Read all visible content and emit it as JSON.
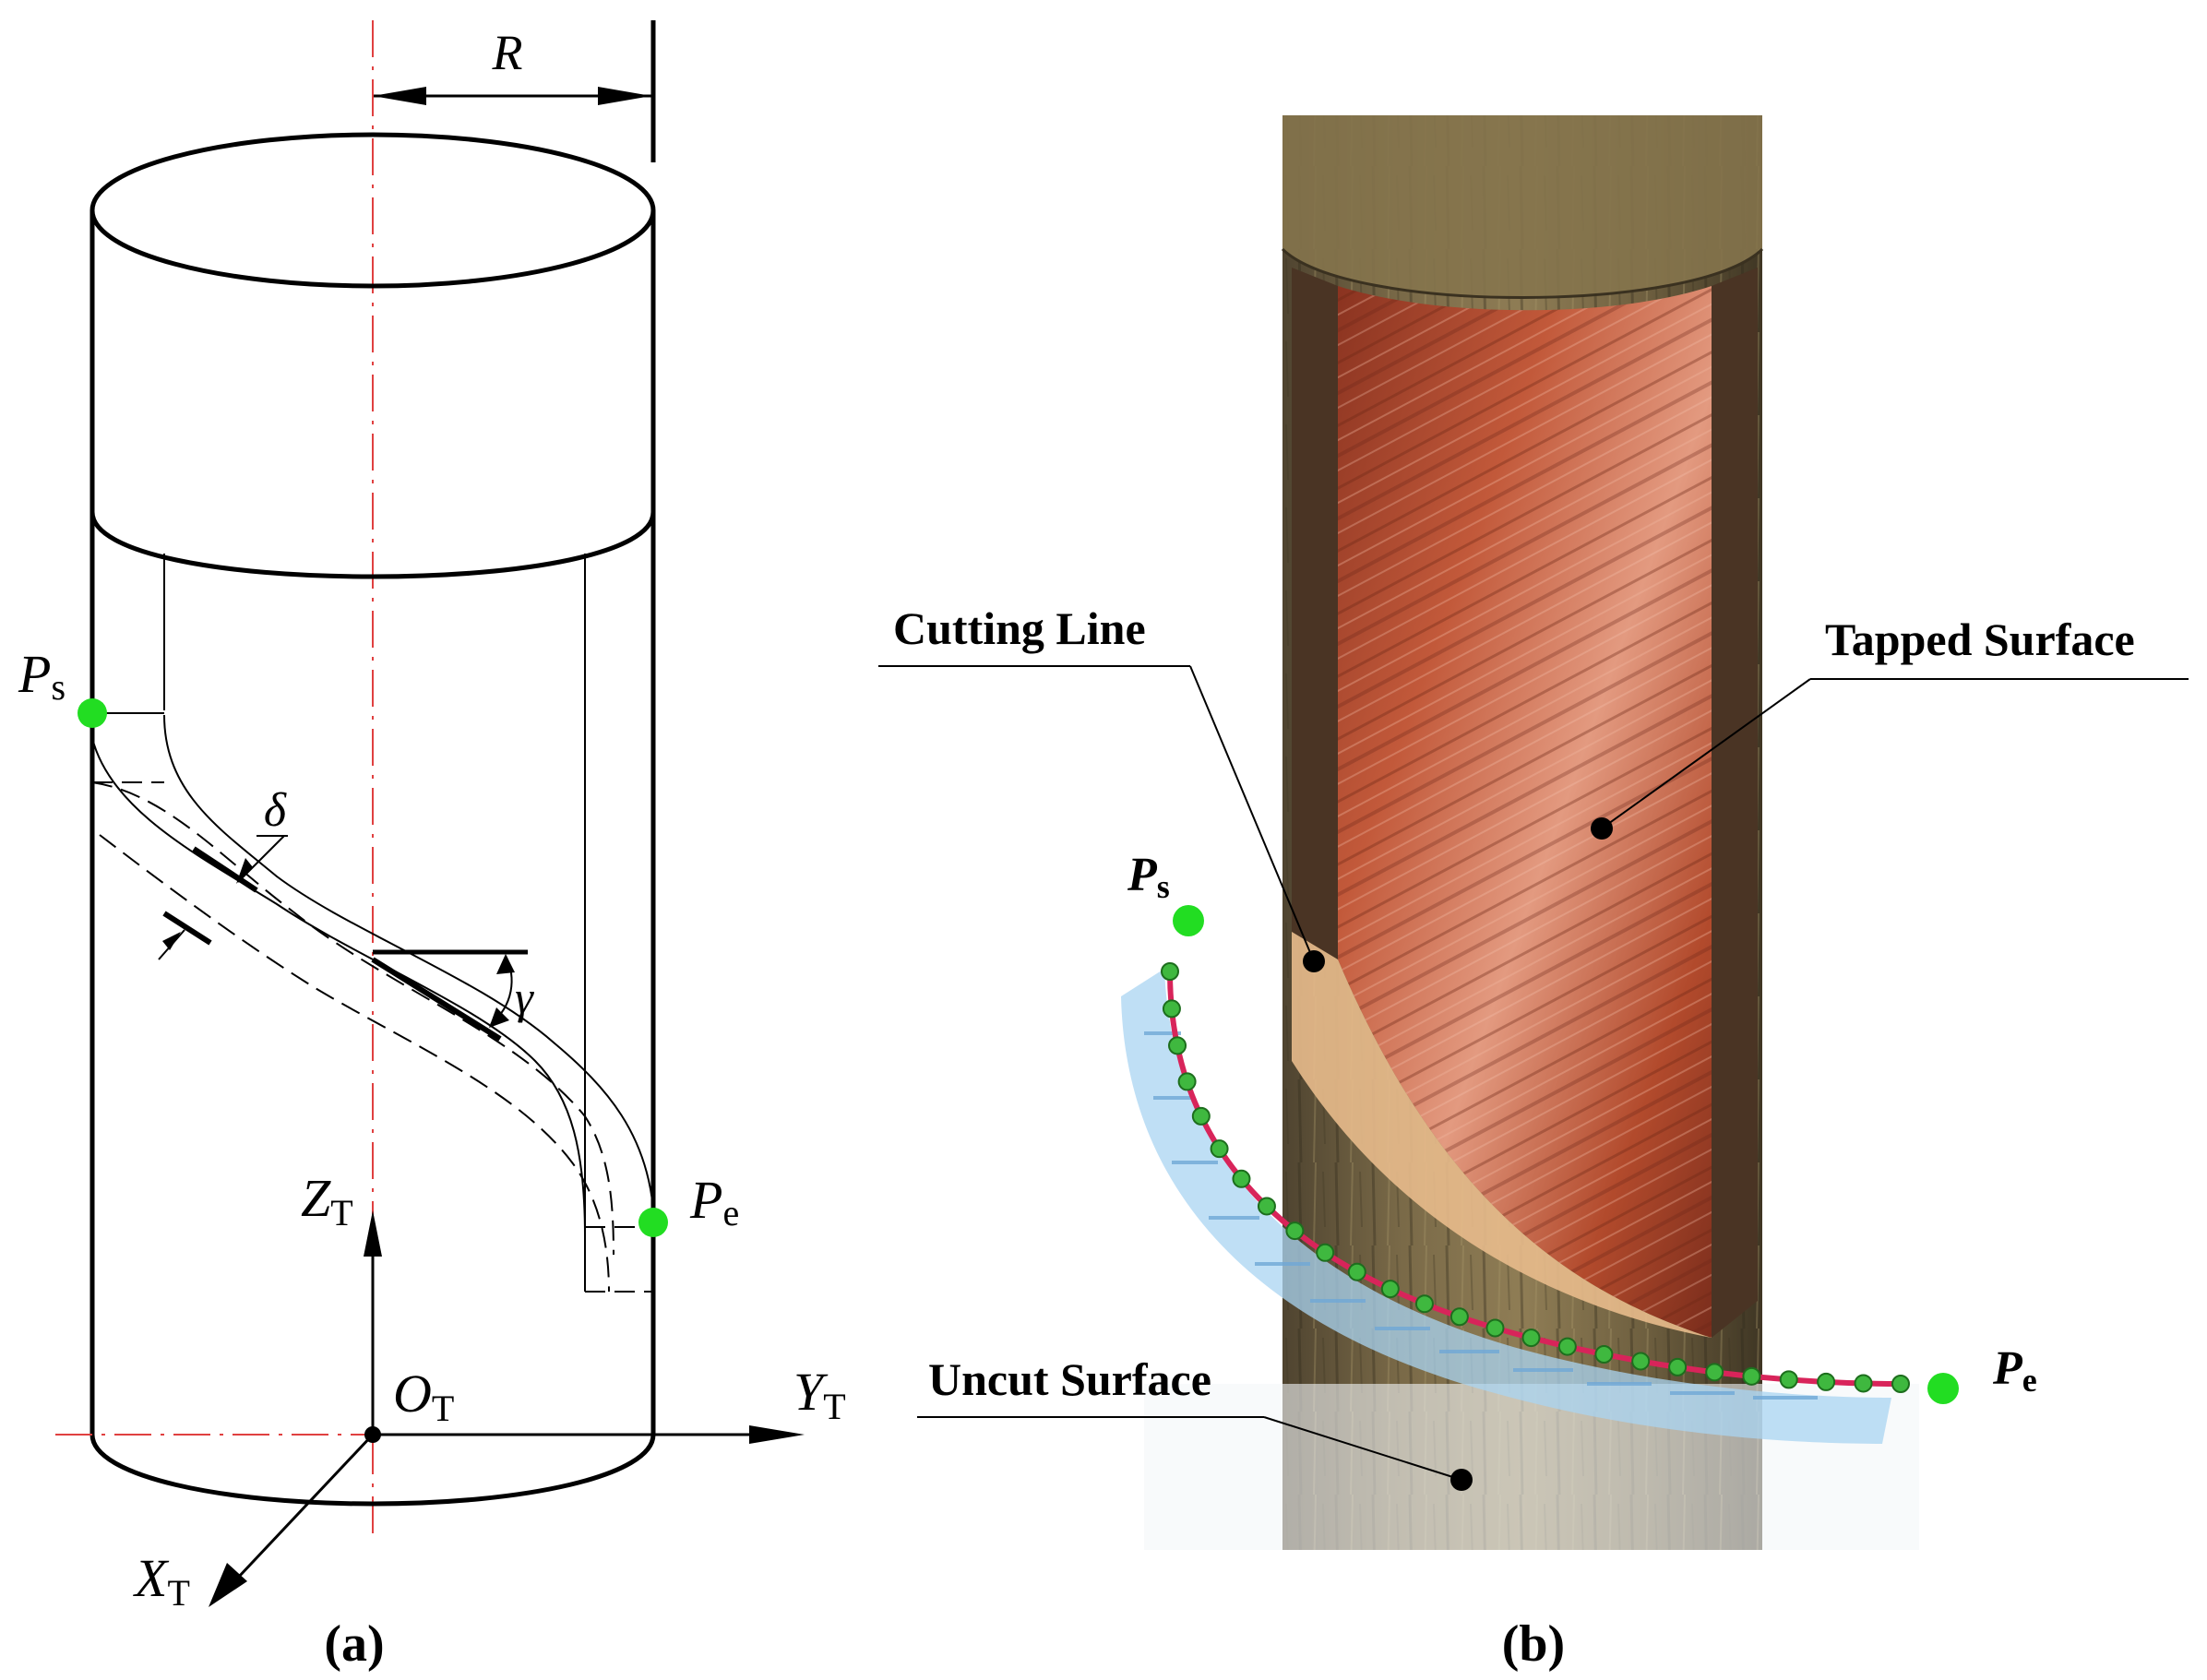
{
  "panel_a": {
    "caption": "(a)",
    "radius_label": "R",
    "start_point": {
      "main": "P",
      "sub": "s"
    },
    "end_point": {
      "main": "P",
      "sub": "e"
    },
    "delta_label": "δ",
    "gamma_label": "γ",
    "axis_z": {
      "main": "Z",
      "sub": "T"
    },
    "axis_y": {
      "main": "Y",
      "sub": "T"
    },
    "axis_x": {
      "main": "X",
      "sub": "T"
    },
    "origin": {
      "main": "O",
      "sub": "T"
    }
  },
  "panel_b": {
    "caption": "(b)",
    "cutting_line_label": "Cutting Line",
    "tapped_surface_label": "Tapped Surface",
    "uncut_surface_label": "Uncut Surface",
    "start_point": {
      "main": "P",
      "sub": "s"
    },
    "end_point": {
      "main": "P",
      "sub": "e"
    }
  },
  "colors": {
    "point_green": "#22dd22",
    "centerline_red": "#e04040",
    "bark_brown": "#6b5a3a",
    "wood_red": "#b24a2c",
    "cut_line_crimson": "#d8245a",
    "stair_blue": "#a9d4f2"
  }
}
